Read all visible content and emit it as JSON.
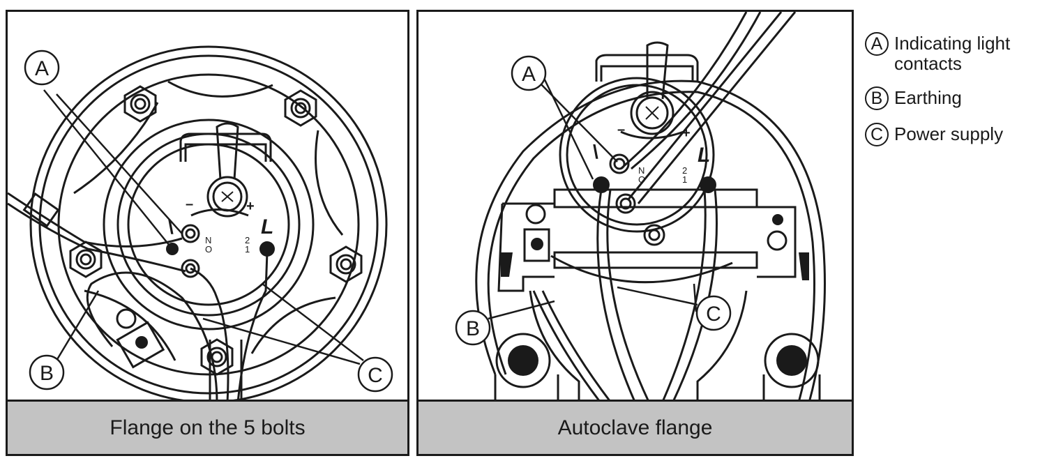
{
  "panels": [
    {
      "caption": "Flange on the 5 bolts",
      "callouts": [
        "A",
        "B",
        "C"
      ],
      "terminal_labels": {
        "l": "L",
        "n": "\\",
        "minus": "–",
        "plus": "+"
      }
    },
    {
      "caption": "Autoclave flange",
      "callouts": [
        "A",
        "B",
        "C"
      ],
      "terminal_labels": {
        "l": "L",
        "n": "\\",
        "minus": "–",
        "plus": "+"
      }
    }
  ],
  "legend": [
    {
      "letter": "A",
      "text": "Indicating light contacts"
    },
    {
      "letter": "B",
      "text": "Earthing"
    },
    {
      "letter": "C",
      "text": "Power supply"
    }
  ],
  "terminal_block": {
    "top": "N",
    "bottom": "O",
    "right_top": "2",
    "right_bottom": "1"
  }
}
